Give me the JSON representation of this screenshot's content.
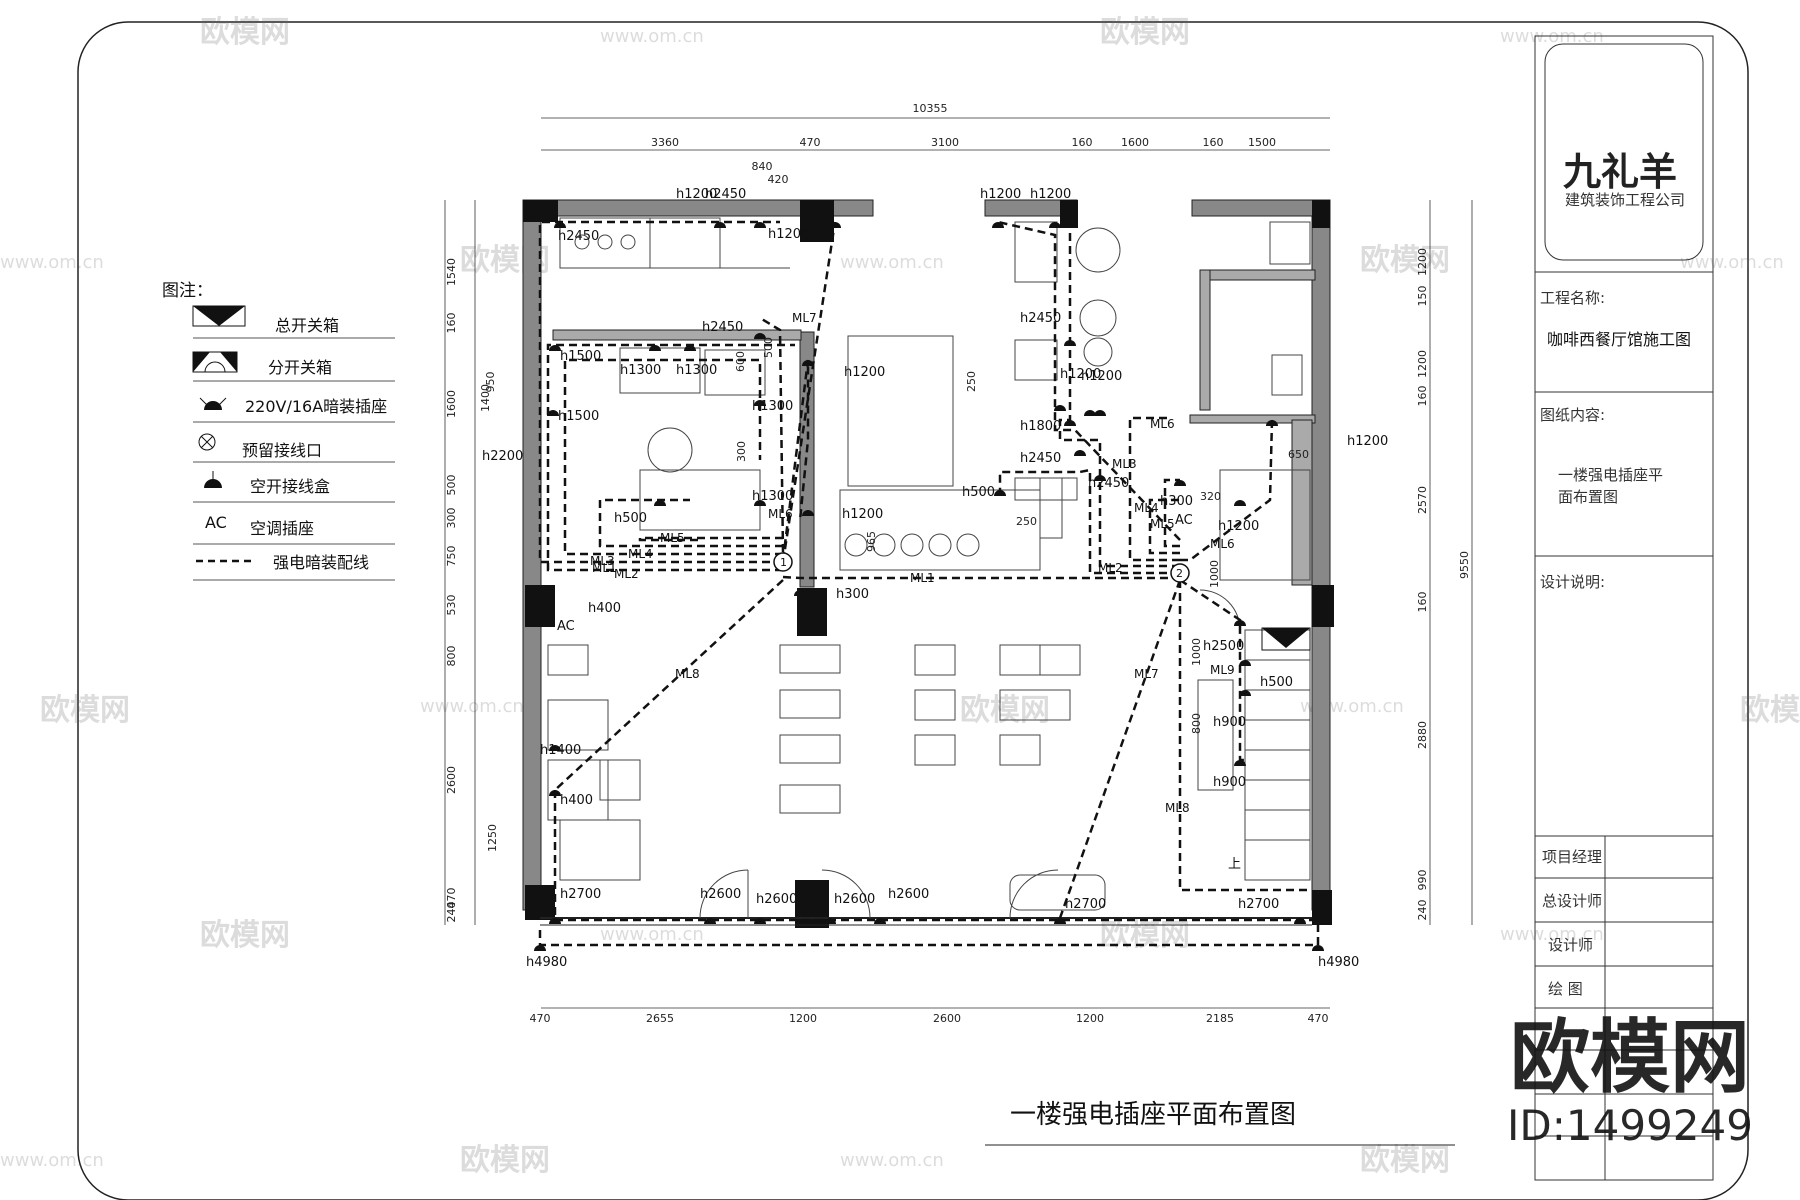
{
  "drawing": {
    "title": "一楼强电插座平面布置图",
    "watermark_text": "欧模网",
    "watermark_url": "www.om.cn",
    "id_text": "ID:1499249"
  },
  "legend": {
    "heading": "图注：",
    "items": [
      {
        "symbol": "main-box",
        "label": "总开关箱"
      },
      {
        "symbol": "sub-box",
        "label": "分开关箱"
      },
      {
        "symbol": "socket",
        "label": "220V/16A暗装插座"
      },
      {
        "symbol": "reserved",
        "label": "预留接线口"
      },
      {
        "symbol": "switch-box",
        "label": "空开接线盒"
      },
      {
        "symbol": "ac",
        "symbol_text": "AC",
        "label": "空调插座"
      },
      {
        "symbol": "dash",
        "label": "强电暗装配线"
      }
    ]
  },
  "title_block": {
    "company_name": "九礼羊",
    "company_sub": "建筑装饰工程公司",
    "project_label": "工程名称:",
    "project_value": "咖啡西餐厅馆施工图",
    "content_label": "图纸内容:",
    "content_value_line1": "一楼强电插座平",
    "content_value_line2": "面布置图",
    "notes_label": "设计说明:",
    "roles": [
      "项目经理",
      "总设计师",
      "设计师",
      "绘 图"
    ]
  },
  "dimensions": {
    "top_total": "10355",
    "top_segments": [
      "3360",
      "470",
      "3100",
      "160",
      "1600",
      "160",
      "1500"
    ],
    "top_sub": [
      "840",
      "420"
    ],
    "bottom_segments": [
      "470",
      "2655",
      "1200",
      "2600",
      "1200",
      "2185",
      "470"
    ],
    "right_total": "9550",
    "right_segments": [
      "1200",
      "150",
      "1200",
      "160",
      "2570",
      "160",
      "2880",
      "990",
      "240"
    ],
    "left_segments": [
      "1540",
      "160",
      "1600",
      "500",
      "300",
      "750",
      "530",
      "800",
      "2600",
      "470",
      "240"
    ],
    "left_sub": [
      "1400",
      "950",
      "1250"
    ]
  },
  "labels": [
    {
      "t": "h2450"
    },
    {
      "t": "h1200"
    },
    {
      "t": "h1200"
    },
    {
      "t": "h2450"
    },
    {
      "t": "h1200"
    },
    {
      "t": "h1200"
    },
    {
      "t": "h1200"
    },
    {
      "t": "h2450"
    },
    {
      "t": "h1500"
    },
    {
      "t": "h1300"
    },
    {
      "t": "h1300"
    },
    {
      "t": "h1200"
    },
    {
      "t": "h1500"
    },
    {
      "t": "h1300"
    },
    {
      "t": "h2200"
    },
    {
      "t": "h1300"
    },
    {
      "t": "h1200"
    },
    {
      "t": "h500"
    },
    {
      "t": "h300"
    },
    {
      "t": "h400"
    },
    {
      "t": "h2450"
    },
    {
      "t": "h1200"
    },
    {
      "t": "h1800"
    },
    {
      "t": "h2450"
    },
    {
      "t": "h500"
    },
    {
      "t": "h2450"
    },
    {
      "t": "h300"
    },
    {
      "t": "h1200"
    },
    {
      "t": "h1200"
    },
    {
      "t": "h2500"
    },
    {
      "t": "h500"
    },
    {
      "t": "h900"
    },
    {
      "t": "h900"
    },
    {
      "t": "h1400"
    },
    {
      "t": "h400"
    },
    {
      "t": "h2700"
    },
    {
      "t": "h2600"
    },
    {
      "t": "h2600"
    },
    {
      "t": "h2600"
    },
    {
      "t": "h2600"
    },
    {
      "t": "h2700"
    },
    {
      "t": "h2700"
    },
    {
      "t": "h4980"
    },
    {
      "t": "h4980"
    },
    {
      "t": "ML7"
    },
    {
      "t": "ML6"
    },
    {
      "t": "ML3"
    },
    {
      "t": "ML4"
    },
    {
      "t": "ML5"
    },
    {
      "t": "ML2"
    },
    {
      "t": "ML1"
    },
    {
      "t": "ML8"
    },
    {
      "t": "ML1"
    },
    {
      "t": "ML2"
    },
    {
      "t": "ML3"
    },
    {
      "t": "ML4"
    },
    {
      "t": "ML5"
    },
    {
      "t": "ML6"
    },
    {
      "t": "ML7"
    },
    {
      "t": "ML8"
    },
    {
      "t": "ML9"
    },
    {
      "t": "ML6"
    },
    {
      "t": "AC"
    },
    {
      "t": "AC"
    },
    {
      "t": "上"
    },
    {
      "t": "1"
    },
    {
      "t": "2"
    },
    {
      "t": "650"
    },
    {
      "t": "320"
    },
    {
      "t": "250"
    },
    {
      "t": "250"
    },
    {
      "t": "600"
    },
    {
      "t": "500"
    },
    {
      "t": "300"
    },
    {
      "t": "965"
    },
    {
      "t": "1000"
    },
    {
      "t": "1000"
    },
    {
      "t": "800"
    }
  ]
}
